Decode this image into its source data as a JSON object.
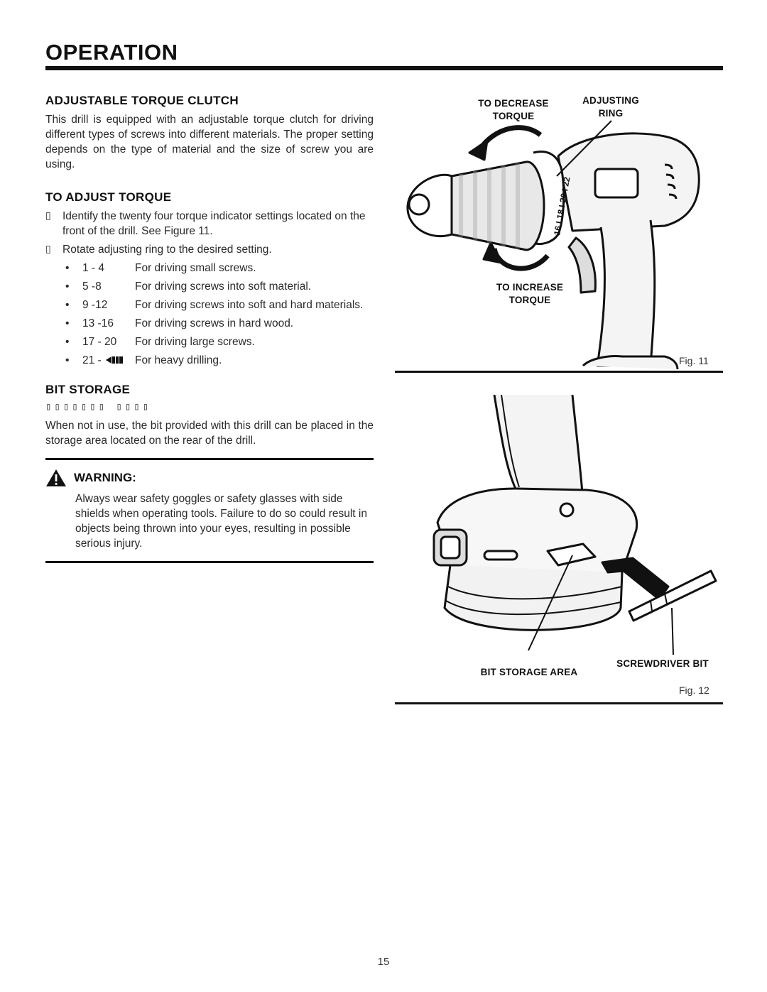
{
  "header": {
    "title": "OPERATION"
  },
  "torque_clutch": {
    "heading": "ADJUSTABLE TORQUE CLUTCH",
    "body": "This drill is equipped with an adjustable torque clutch for driving different types of screws into different materials.  The proper setting depends on the type of material and the size of screw you are using."
  },
  "adjust_torque": {
    "heading": "TO ADJUST TORQUE",
    "step_glyph": "▯",
    "steps": [
      "Identify the twenty four torque indicator settings located on the front of the drill. See Figure 11.",
      "Rotate adjusting ring to the desired setting."
    ],
    "settings": [
      {
        "bullet": "•",
        "range": "1 - 4",
        "use": "For driving small screws."
      },
      {
        "bullet": "•",
        "range": "5 -8",
        "use": "For driving screws into soft material."
      },
      {
        "bullet": "•",
        "range": "9 -12",
        "use": "For driving screws into soft and hard materials."
      },
      {
        "bullet": "•",
        "range": "13 -16",
        "use": "For driving screws in hard wood."
      },
      {
        "bullet": "•",
        "range": "17 - 20",
        "use": "For driving large screws."
      },
      {
        "bullet": "•",
        "range": "21 -",
        "use": "For heavy drilling."
      }
    ]
  },
  "bit_storage": {
    "heading": "BIT STORAGE",
    "subheading": "▯▯▯▯▯▯▯ ▯▯▯▯",
    "body": "When not in use, the bit provided with this drill can be placed in the storage area located on the rear of the drill."
  },
  "warning": {
    "heading": "WARNING:",
    "body": "Always wear safety goggles or safety glasses with side shields when operating tools. Failure to do so could result in objects being thrown into your eyes, resulting in possible serious injury."
  },
  "figure11": {
    "callout_decrease": "TO DECREASE TORQUE",
    "callout_ring": "ADJUSTING RING",
    "callout_increase": "TO INCREASE TORQUE",
    "label": "Fig. 11",
    "dial_numbers": "16 I 18 I 20 I 22"
  },
  "figure12": {
    "callout_storage": "BIT STORAGE AREA",
    "callout_bit": "SCREWDRIVER BIT",
    "label": "Fig. 12"
  },
  "footer": {
    "page_number": "15"
  }
}
